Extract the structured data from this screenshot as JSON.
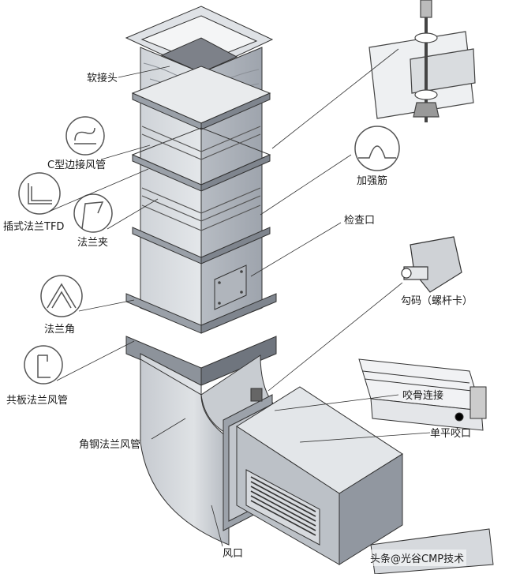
{
  "labels": {
    "soft_joint": "软接头",
    "c_type_duct": "C型边接风管",
    "insert_flange_tfd": "插式法兰TFD",
    "flange_clip": "法兰夹",
    "stiffener": "加强筋",
    "inspection_port": "检查口",
    "hook_code": "勾码（螺杆卡）",
    "flange_corner": "法兰角",
    "common_board_flange_duct": "共板法兰风管",
    "pittsburgh_seam": "咬骨连接",
    "single_flat_seam": "单平咬口",
    "angle_steel_flange_duct": "角钢法兰风管",
    "air_outlet": "风口"
  },
  "watermark": "头条@光谷CMP技术"
}
